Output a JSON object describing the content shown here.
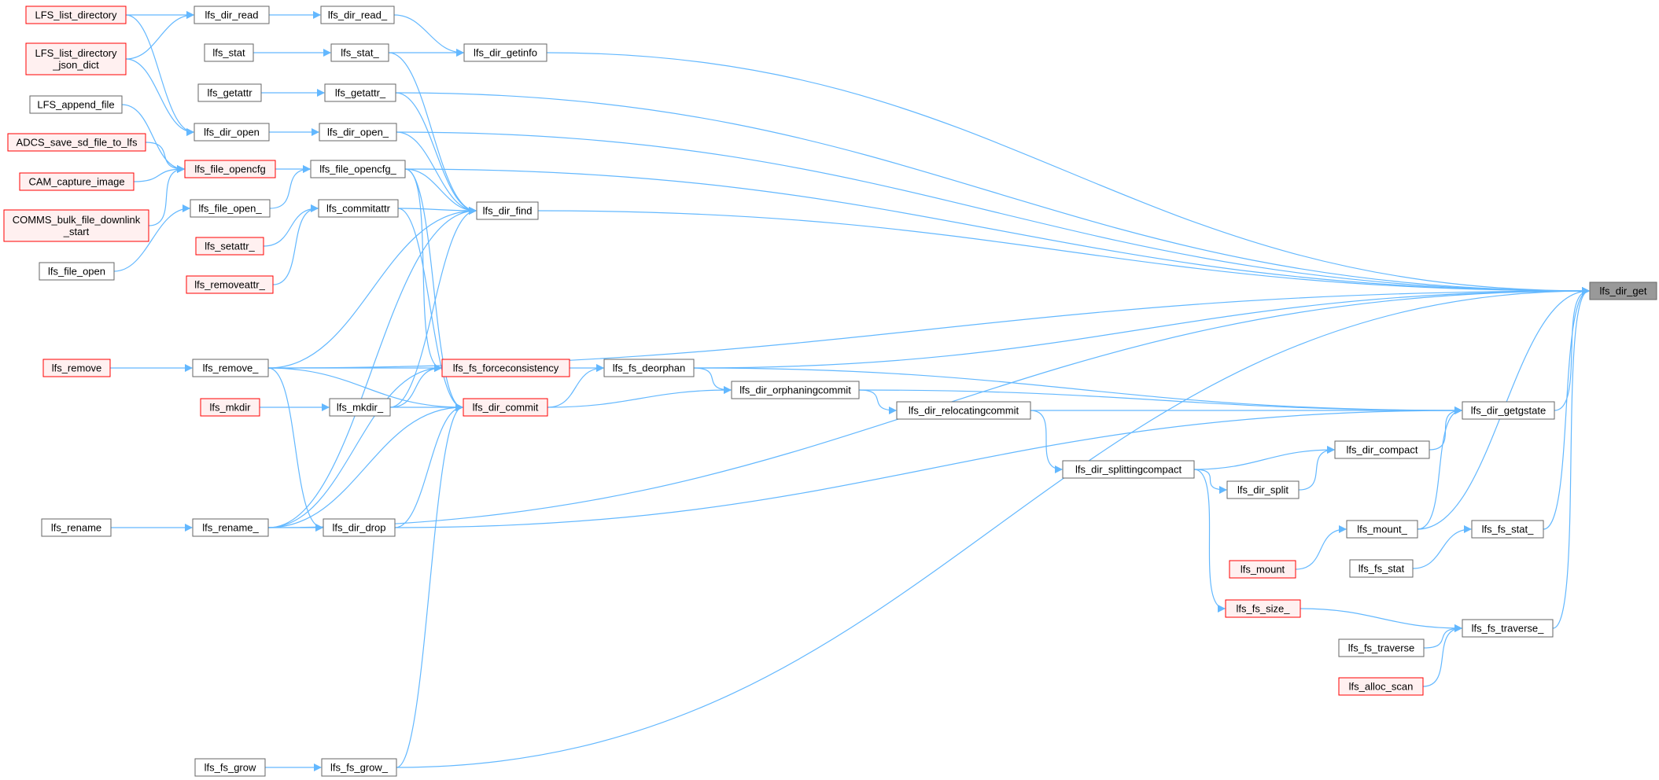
{
  "graph": {
    "root": "lfs_dir_get",
    "colors": {
      "edge": "#63b8ff",
      "node_border_normal": "#666666",
      "node_border_truncated": "#ff0000",
      "node_fill_truncated": "#fff0f0",
      "node_fill_root": "#999999",
      "node_fill": "#ffffff"
    },
    "nodes": [
      {
        "id": "LFS_list_directory",
        "label": "LFS_list_directory",
        "style": "truncated"
      },
      {
        "id": "LFS_list_directory_json_dict",
        "label": "LFS_list_directory\n_json_dict",
        "style": "truncated"
      },
      {
        "id": "LFS_append_file",
        "label": "LFS_append_file",
        "style": "normal"
      },
      {
        "id": "ADCS_save_sd_file_to_lfs",
        "label": "ADCS_save_sd_file_to_lfs",
        "style": "truncated"
      },
      {
        "id": "CAM_capture_image",
        "label": "CAM_capture_image",
        "style": "truncated"
      },
      {
        "id": "COMMS_bulk_file_downlink_start",
        "label": "COMMS_bulk_file_downlink\n_start",
        "style": "truncated"
      },
      {
        "id": "lfs_file_open",
        "label": "lfs_file_open",
        "style": "normal"
      },
      {
        "id": "lfs_remove",
        "label": "lfs_remove",
        "style": "truncated"
      },
      {
        "id": "lfs_rename",
        "label": "lfs_rename",
        "style": "normal"
      },
      {
        "id": "lfs_dir_read",
        "label": "lfs_dir_read",
        "style": "normal"
      },
      {
        "id": "lfs_stat",
        "label": "lfs_stat",
        "style": "normal"
      },
      {
        "id": "lfs_getattr",
        "label": "lfs_getattr",
        "style": "normal"
      },
      {
        "id": "lfs_dir_open",
        "label": "lfs_dir_open",
        "style": "normal"
      },
      {
        "id": "lfs_file_opencfg",
        "label": "lfs_file_opencfg",
        "style": "truncated"
      },
      {
        "id": "lfs_file_open_",
        "label": "lfs_file_open_",
        "style": "normal"
      },
      {
        "id": "lfs_setattr_",
        "label": "lfs_setattr_",
        "style": "truncated"
      },
      {
        "id": "lfs_removeattr_",
        "label": "lfs_removeattr_",
        "style": "truncated"
      },
      {
        "id": "lfs_remove_",
        "label": "lfs_remove_",
        "style": "normal"
      },
      {
        "id": "lfs_mkdir",
        "label": "lfs_mkdir",
        "style": "truncated"
      },
      {
        "id": "lfs_rename_",
        "label": "lfs_rename_",
        "style": "normal"
      },
      {
        "id": "lfs_fs_grow",
        "label": "lfs_fs_grow",
        "style": "normal"
      },
      {
        "id": "lfs_dir_read_",
        "label": "lfs_dir_read_",
        "style": "normal"
      },
      {
        "id": "lfs_stat_",
        "label": "lfs_stat_",
        "style": "normal"
      },
      {
        "id": "lfs_getattr_",
        "label": "lfs_getattr_",
        "style": "normal"
      },
      {
        "id": "lfs_dir_open_",
        "label": "lfs_dir_open_",
        "style": "normal"
      },
      {
        "id": "lfs_file_opencfg_",
        "label": "lfs_file_opencfg_",
        "style": "normal"
      },
      {
        "id": "lfs_commitattr",
        "label": "lfs_commitattr",
        "style": "normal"
      },
      {
        "id": "lfs_mkdir_",
        "label": "lfs_mkdir_",
        "style": "normal"
      },
      {
        "id": "lfs_dir_drop",
        "label": "lfs_dir_drop",
        "style": "normal"
      },
      {
        "id": "lfs_fs_grow_",
        "label": "lfs_fs_grow_",
        "style": "normal"
      },
      {
        "id": "lfs_dir_getinfo",
        "label": "lfs_dir_getinfo",
        "style": "normal"
      },
      {
        "id": "lfs_dir_find",
        "label": "lfs_dir_find",
        "style": "normal"
      },
      {
        "id": "lfs_fs_forceconsistency",
        "label": "lfs_fs_forceconsistency",
        "style": "truncated"
      },
      {
        "id": "lfs_dir_commit",
        "label": "lfs_dir_commit",
        "style": "truncated"
      },
      {
        "id": "lfs_fs_deorphan",
        "label": "lfs_fs_deorphan",
        "style": "normal"
      },
      {
        "id": "lfs_dir_orphaningcommit",
        "label": "lfs_dir_orphaningcommit",
        "style": "normal"
      },
      {
        "id": "lfs_dir_relocatingcommit",
        "label": "lfs_dir_relocatingcommit",
        "style": "normal"
      },
      {
        "id": "lfs_dir_splittingcompact",
        "label": "lfs_dir_splittingcompact",
        "style": "normal"
      },
      {
        "id": "lfs_dir_split",
        "label": "lfs_dir_split",
        "style": "normal"
      },
      {
        "id": "lfs_mount",
        "label": "lfs_mount",
        "style": "truncated"
      },
      {
        "id": "lfs_fs_size_",
        "label": "lfs_fs_size_",
        "style": "truncated"
      },
      {
        "id": "lfs_dir_compact",
        "label": "lfs_dir_compact",
        "style": "normal"
      },
      {
        "id": "lfs_mount_",
        "label": "lfs_mount_",
        "style": "normal"
      },
      {
        "id": "lfs_fs_stat",
        "label": "lfs_fs_stat",
        "style": "normal"
      },
      {
        "id": "lfs_fs_traverse",
        "label": "lfs_fs_traverse",
        "style": "normal"
      },
      {
        "id": "lfs_alloc_scan",
        "label": "lfs_alloc_scan",
        "style": "truncated"
      },
      {
        "id": "lfs_dir_getgstate",
        "label": "lfs_dir_getgstate",
        "style": "normal"
      },
      {
        "id": "lfs_fs_stat_",
        "label": "lfs_fs_stat_",
        "style": "normal"
      },
      {
        "id": "lfs_fs_traverse_",
        "label": "lfs_fs_traverse_",
        "style": "normal"
      },
      {
        "id": "lfs_dir_get",
        "label": "lfs_dir_get",
        "style": "root"
      }
    ],
    "edges": [
      [
        "LFS_list_directory",
        "lfs_dir_read"
      ],
      [
        "LFS_list_directory",
        "lfs_dir_open"
      ],
      [
        "LFS_list_directory_json_dict",
        "lfs_dir_read"
      ],
      [
        "LFS_list_directory_json_dict",
        "lfs_dir_open"
      ],
      [
        "LFS_append_file",
        "lfs_file_opencfg"
      ],
      [
        "ADCS_save_sd_file_to_lfs",
        "lfs_file_opencfg"
      ],
      [
        "CAM_capture_image",
        "lfs_file_opencfg"
      ],
      [
        "COMMS_bulk_file_downlink_start",
        "lfs_file_opencfg"
      ],
      [
        "lfs_file_open",
        "lfs_file_open_"
      ],
      [
        "lfs_remove",
        "lfs_remove_"
      ],
      [
        "lfs_rename",
        "lfs_rename_"
      ],
      [
        "lfs_dir_read",
        "lfs_dir_read_"
      ],
      [
        "lfs_stat",
        "lfs_stat_"
      ],
      [
        "lfs_getattr",
        "lfs_getattr_"
      ],
      [
        "lfs_dir_open",
        "lfs_dir_open_"
      ],
      [
        "lfs_file_opencfg",
        "lfs_file_opencfg_"
      ],
      [
        "lfs_file_open_",
        "lfs_file_opencfg_"
      ],
      [
        "lfs_setattr_",
        "lfs_commitattr"
      ],
      [
        "lfs_removeattr_",
        "lfs_commitattr"
      ],
      [
        "lfs_mkdir",
        "lfs_mkdir_"
      ],
      [
        "lfs_fs_grow",
        "lfs_fs_grow_"
      ],
      [
        "lfs_dir_read_",
        "lfs_dir_getinfo"
      ],
      [
        "lfs_stat_",
        "lfs_dir_getinfo"
      ],
      [
        "lfs_stat_",
        "lfs_dir_find"
      ],
      [
        "lfs_getattr_",
        "lfs_dir_find"
      ],
      [
        "lfs_getattr_",
        "lfs_dir_get"
      ],
      [
        "lfs_dir_open_",
        "lfs_dir_find"
      ],
      [
        "lfs_dir_open_",
        "lfs_dir_get"
      ],
      [
        "lfs_file_opencfg_",
        "lfs_dir_find"
      ],
      [
        "lfs_file_opencfg_",
        "lfs_fs_forceconsistency"
      ],
      [
        "lfs_file_opencfg_",
        "lfs_dir_commit"
      ],
      [
        "lfs_file_opencfg_",
        "lfs_dir_get"
      ],
      [
        "lfs_commitattr",
        "lfs_dir_find"
      ],
      [
        "lfs_commitattr",
        "lfs_dir_commit"
      ],
      [
        "lfs_remove_",
        "lfs_dir_find"
      ],
      [
        "lfs_remove_",
        "lfs_fs_forceconsistency"
      ],
      [
        "lfs_remove_",
        "lfs_dir_commit"
      ],
      [
        "lfs_remove_",
        "lfs_dir_drop"
      ],
      [
        "lfs_remove_",
        "lfs_dir_get"
      ],
      [
        "lfs_mkdir_",
        "lfs_dir_find"
      ],
      [
        "lfs_mkdir_",
        "lfs_fs_forceconsistency"
      ],
      [
        "lfs_mkdir_",
        "lfs_dir_commit"
      ],
      [
        "lfs_rename_",
        "lfs_dir_find"
      ],
      [
        "lfs_rename_",
        "lfs_fs_forceconsistency"
      ],
      [
        "lfs_rename_",
        "lfs_dir_commit"
      ],
      [
        "lfs_rename_",
        "lfs_dir_drop"
      ],
      [
        "lfs_rename_",
        "lfs_dir_get"
      ],
      [
        "lfs_dir_drop",
        "lfs_dir_commit"
      ],
      [
        "lfs_dir_drop",
        "lfs_dir_getgstate"
      ],
      [
        "lfs_fs_grow_",
        "lfs_dir_commit"
      ],
      [
        "lfs_fs_grow_",
        "lfs_dir_get"
      ],
      [
        "lfs_dir_getinfo",
        "lfs_dir_get"
      ],
      [
        "lfs_dir_find",
        "lfs_dir_get"
      ],
      [
        "lfs_fs_forceconsistency",
        "lfs_fs_deorphan"
      ],
      [
        "lfs_dir_commit",
        "lfs_fs_deorphan"
      ],
      [
        "lfs_dir_commit",
        "lfs_dir_orphaningcommit"
      ],
      [
        "lfs_fs_deorphan",
        "lfs_dir_orphaningcommit"
      ],
      [
        "lfs_fs_deorphan",
        "lfs_dir_getgstate"
      ],
      [
        "lfs_fs_deorphan",
        "lfs_dir_get"
      ],
      [
        "lfs_dir_orphaningcommit",
        "lfs_dir_relocatingcommit"
      ],
      [
        "lfs_dir_orphaningcommit",
        "lfs_dir_getgstate"
      ],
      [
        "lfs_dir_relocatingcommit",
        "lfs_dir_splittingcompact"
      ],
      [
        "lfs_dir_relocatingcommit",
        "lfs_dir_getgstate"
      ],
      [
        "lfs_dir_splittingcompact",
        "lfs_dir_compact"
      ],
      [
        "lfs_dir_splittingcompact",
        "lfs_dir_split"
      ],
      [
        "lfs_dir_splittingcompact",
        "lfs_fs_size_"
      ],
      [
        "lfs_dir_split",
        "lfs_dir_compact"
      ],
      [
        "lfs_dir_compact",
        "lfs_dir_getgstate"
      ],
      [
        "lfs_mount",
        "lfs_mount_"
      ],
      [
        "lfs_mount_",
        "lfs_dir_getgstate"
      ],
      [
        "lfs_mount_",
        "lfs_dir_get"
      ],
      [
        "lfs_fs_stat",
        "lfs_fs_stat_"
      ],
      [
        "lfs_fs_size_",
        "lfs_fs_traverse_"
      ],
      [
        "lfs_fs_traverse",
        "lfs_fs_traverse_"
      ],
      [
        "lfs_alloc_scan",
        "lfs_fs_traverse_"
      ],
      [
        "lfs_dir_getgstate",
        "lfs_dir_get"
      ],
      [
        "lfs_fs_stat_",
        "lfs_dir_get"
      ],
      [
        "lfs_fs_traverse_",
        "lfs_dir_get"
      ]
    ]
  }
}
